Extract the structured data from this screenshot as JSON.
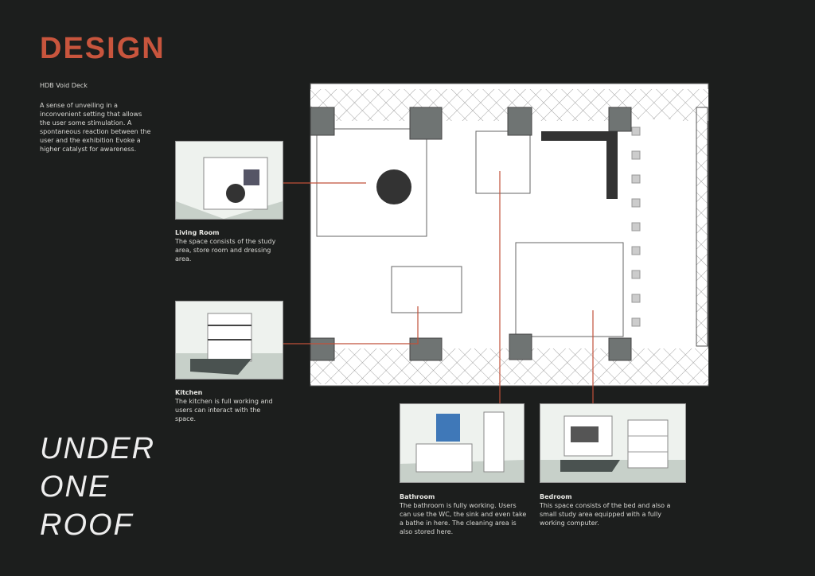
{
  "header": {
    "title": "DESIGN",
    "subtitle": "HDB Void Deck",
    "intro": "A sense of unveiling in a inconvenient setting that allows the user some stimulation. A spontaneous reaction between the user and the exhibition Evoke a higher catalyst for awareness."
  },
  "rooms": [
    {
      "title": "Living Room",
      "text": "The space consists of the study area, store room and dressing area."
    },
    {
      "title": "Kitchen",
      "text": "The kitchen is full working and users can interact with the space."
    },
    {
      "title": "Bathroom",
      "text": "The bathroom is fully working. Users can use the WC, the sink and even take a bathe in here. The cleaning area is also stored here."
    },
    {
      "title": "Bedroom",
      "text": "This space consists of the bed and also a small study area equipped with a fully working computer."
    }
  ],
  "tagline": [
    "UNDER",
    "ONE",
    "ROOF"
  ],
  "colors": {
    "background": "#1c1e1d",
    "accent": "#c8553d",
    "leader": "#c0503a"
  }
}
